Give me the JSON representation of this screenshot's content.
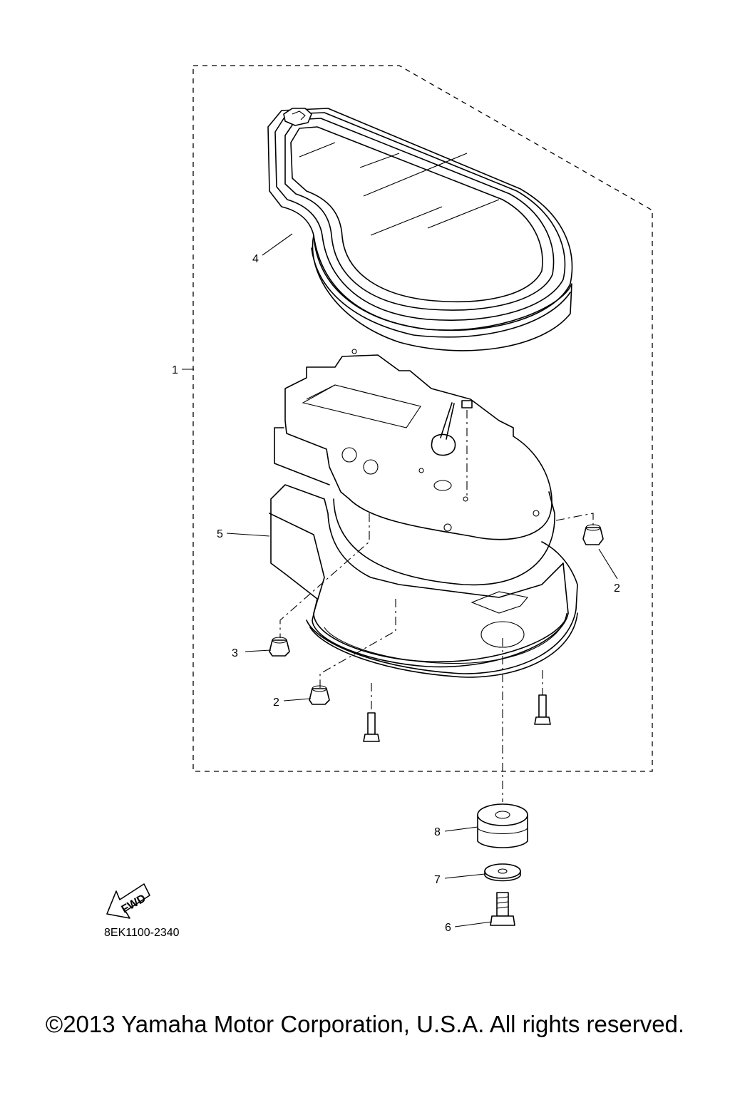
{
  "diagram": {
    "callouts": [
      {
        "id": "1",
        "text": "1"
      },
      {
        "id": "4",
        "text": "4"
      },
      {
        "id": "5",
        "text": "5"
      },
      {
        "id": "2a",
        "text": "2"
      },
      {
        "id": "3",
        "text": "3"
      },
      {
        "id": "2b",
        "text": "2"
      },
      {
        "id": "8",
        "text": "8"
      },
      {
        "id": "7",
        "text": "7"
      },
      {
        "id": "6",
        "text": "6"
      }
    ],
    "fwd_label": "FWD",
    "diagram_id": "8EK1100-2340"
  },
  "footer": {
    "copyright": "©2013 Yamaha Motor Corporation, U.S.A. All rights reserved."
  }
}
